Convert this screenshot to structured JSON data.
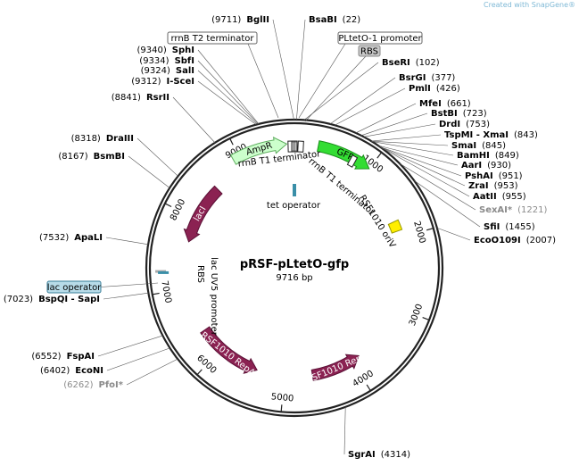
{
  "plasmid": {
    "name": "pRSF-pLtetO-gfp",
    "length_label": "9716 bp",
    "total_bp": 9716
  },
  "watermark": "Created with SnapGene®",
  "ticks": [
    {
      "label": "1000",
      "bp": 1000
    },
    {
      "label": "2000",
      "bp": 2000
    },
    {
      "label": "3000",
      "bp": 3000
    },
    {
      "label": "4000",
      "bp": 4000
    },
    {
      "label": "5000",
      "bp": 5000
    },
    {
      "label": "6000",
      "bp": 6000
    },
    {
      "label": "7000",
      "bp": 7000
    },
    {
      "label": "8000",
      "bp": 8000
    },
    {
      "label": "9000",
      "bp": 9000
    }
  ],
  "features": [
    {
      "label": "GFP",
      "start": 300,
      "end": 1000,
      "color": "#33dd33",
      "stroke": "#1a8f1a",
      "dir": 1,
      "ring": "outer",
      "text_color": "#000000"
    },
    {
      "label": "AmpR",
      "start": 8920,
      "end": 9620,
      "color": "#ccffcc",
      "stroke": "#5fae5f",
      "dir": 1,
      "ring": "outer",
      "text_color": "#000000"
    },
    {
      "label": "lacI",
      "start": 7660,
      "end": 8520,
      "color": "#8b2252",
      "stroke": "#5a1035",
      "dir": -1,
      "ring": "inner",
      "text_color": "#ffffff"
    },
    {
      "label": "RSF1010 RepB",
      "start": 3880,
      "end": 4600,
      "color": "#8b2252",
      "stroke": "#5a1035",
      "dir": -1,
      "ring": "inner",
      "text_color": "#ffffff"
    },
    {
      "label": "RSF1010 RepA",
      "start": 5400,
      "end": 6350,
      "color": "#8b2252",
      "stroke": "#5a1035",
      "dir": -1,
      "ring": "inner",
      "text_color": "#ffffff"
    },
    {
      "label": "RSF1010 oriV",
      "start": 1760,
      "end": 2000,
      "color": "#ffee00",
      "stroke": "#999900",
      "dir": 0,
      "ring": "inner",
      "text_color": "#000000"
    }
  ],
  "feature_labels_inside": [
    {
      "text": "rrnB T1 terminator",
      "bp": 9716
    },
    {
      "text": "rrnB T1 terminator",
      "bp": 700
    },
    {
      "text": "tet operator",
      "bp": 0
    },
    {
      "text": "RSF1010 oriV",
      "bp": 1650
    },
    {
      "text": "RSF1010 RepB",
      "bp": 4200
    },
    {
      "text": "RSF1010 RepA",
      "bp": 5900
    },
    {
      "text": "lacI",
      "bp": 8100
    },
    {
      "text": "AmpR",
      "bp": 9200
    },
    {
      "text": "RBS",
      "bp": 7260
    },
    {
      "text": "lac UV5 promoter",
      "bp": 7020
    }
  ],
  "boxed_labels": [
    {
      "text": "rrnB T2 terminator",
      "fill": "#ffffff",
      "stroke": "#666666"
    },
    {
      "text": "PLtetO-1 promoter",
      "fill": "#ffffff",
      "stroke": "#666666"
    },
    {
      "text": "RBS",
      "fill": "#c8c8c8",
      "stroke": "#888888"
    },
    {
      "text": "lac operator",
      "fill": "#b7dbe8",
      "stroke": "#3a7f99"
    }
  ],
  "sites": [
    {
      "name": "BglII",
      "pos": "(9711)",
      "side": "left",
      "grey": false
    },
    {
      "name": "BsaBI",
      "pos": "(22)",
      "side": "right",
      "grey": false
    },
    {
      "name": "SphI",
      "pos": "(9340)",
      "side": "left",
      "grey": false
    },
    {
      "name": "SbfI",
      "pos": "(9334)",
      "side": "left",
      "grey": false
    },
    {
      "name": "SalI",
      "pos": "(9324)",
      "side": "left",
      "grey": false
    },
    {
      "name": "I-SceI",
      "pos": "(9312)",
      "side": "left",
      "grey": false
    },
    {
      "name": "RsrII",
      "pos": "(8841)",
      "side": "left",
      "grey": false
    },
    {
      "name": "DraIII",
      "pos": "(8318)",
      "side": "left",
      "grey": false
    },
    {
      "name": "BsmBI",
      "pos": "(8167)",
      "side": "left",
      "grey": false
    },
    {
      "name": "ApaLI",
      "pos": "(7532)",
      "side": "left",
      "grey": false
    },
    {
      "name": "BspQI - SapI",
      "pos": "(7023)",
      "side": "left",
      "grey": false
    },
    {
      "name": "FspAI",
      "pos": "(6552)",
      "side": "left",
      "grey": false
    },
    {
      "name": "EcoNI",
      "pos": "(6402)",
      "side": "left",
      "grey": false
    },
    {
      "name": "PfoI*",
      "pos": "(6262)",
      "side": "left",
      "grey": true
    },
    {
      "name": "BseRI",
      "pos": "(102)",
      "side": "right",
      "grey": false
    },
    {
      "name": "BsrGI",
      "pos": "(377)",
      "side": "right",
      "grey": false
    },
    {
      "name": "PmlI",
      "pos": "(426)",
      "side": "right",
      "grey": false
    },
    {
      "name": "MfeI",
      "pos": "(661)",
      "side": "right",
      "grey": false
    },
    {
      "name": "BstBI",
      "pos": "(723)",
      "side": "right",
      "grey": false
    },
    {
      "name": "DrdI",
      "pos": "(753)",
      "side": "right",
      "grey": false
    },
    {
      "name": "TspMI - XmaI",
      "pos": "(843)",
      "side": "right",
      "grey": false
    },
    {
      "name": "SmaI",
      "pos": "(845)",
      "side": "right",
      "grey": false
    },
    {
      "name": "BamHI",
      "pos": "(849)",
      "side": "right",
      "grey": false
    },
    {
      "name": "AarI",
      "pos": "(930)",
      "side": "right",
      "grey": false
    },
    {
      "name": "PshAI",
      "pos": "(951)",
      "side": "right",
      "grey": false
    },
    {
      "name": "ZraI",
      "pos": "(953)",
      "side": "right",
      "grey": false
    },
    {
      "name": "AatII",
      "pos": "(955)",
      "side": "right",
      "grey": false
    },
    {
      "name": "SexAI*",
      "pos": "(1221)",
      "side": "right",
      "grey": true
    },
    {
      "name": "SfiI",
      "pos": "(1455)",
      "side": "right",
      "grey": false
    },
    {
      "name": "EcoO109I",
      "pos": "(2007)",
      "side": "right",
      "grey": false
    },
    {
      "name": "SgrAI",
      "pos": "(4314)",
      "side": "right",
      "grey": false
    }
  ]
}
